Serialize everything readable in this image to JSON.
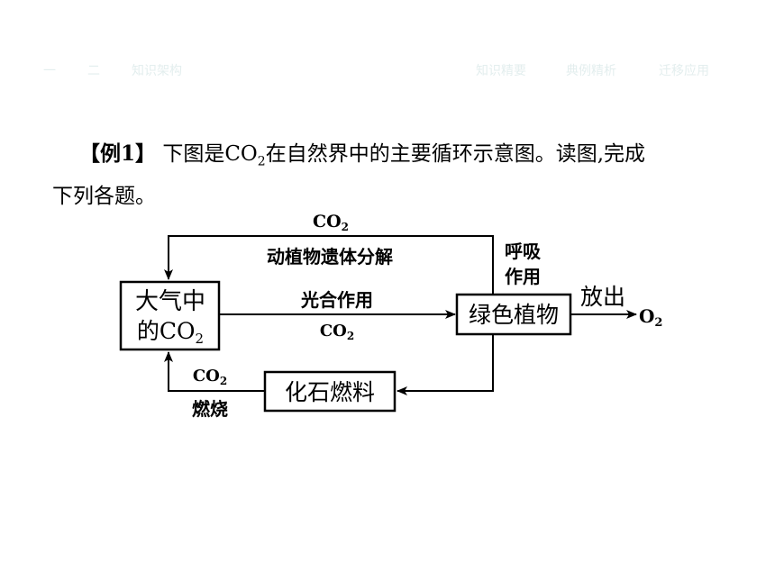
{
  "nav": {
    "item1": "一",
    "item2": "二",
    "item3": "知识架构",
    "item4": "知识精要",
    "item5": "典例精析",
    "item6": "迁移应用"
  },
  "question": {
    "label": "【例1】",
    "text_before": "下图是CO",
    "subscript": "2",
    "text_after": "在自然界中的主要循环示意图。读图,完成",
    "line2": "下列各题。"
  },
  "diagram": {
    "atmosphere_line1": "大气中",
    "atmosphere_line2_prefix": "的CO",
    "atmosphere_line2_sub": "2",
    "green_plants": "绿色植物",
    "fossil_fuel": "化石燃料",
    "top_co2": "CO",
    "top_co2_sub": "2",
    "decomposition": "动植物遗体分解",
    "respiration_line1": "呼吸",
    "respiration_line2": "作用",
    "photosynthesis": "光合作用",
    "photo_co2": "CO",
    "photo_co2_sub": "2",
    "release": "放出",
    "o2": "O",
    "o2_sub": "2",
    "burn_co2": "CO",
    "burn_co2_sub": "2",
    "burning": "燃烧"
  }
}
